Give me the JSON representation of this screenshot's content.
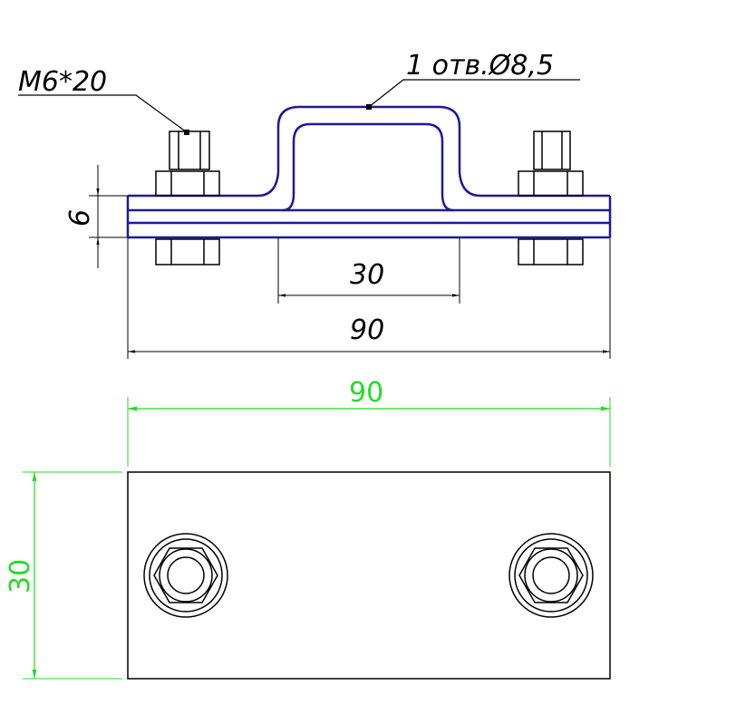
{
  "drawing": {
    "labels": {
      "bolt": "M6*20",
      "hole": "1 отв.Ø8,5",
      "thickness": "6",
      "inner_width": "30",
      "total_width_top": "90",
      "total_width_bottom": "90",
      "height_bottom": "30"
    },
    "colors": {
      "outline": "#1a1a9c",
      "lines": "#000000",
      "dim_green": "#22dd22",
      "background": "#ffffff"
    }
  }
}
